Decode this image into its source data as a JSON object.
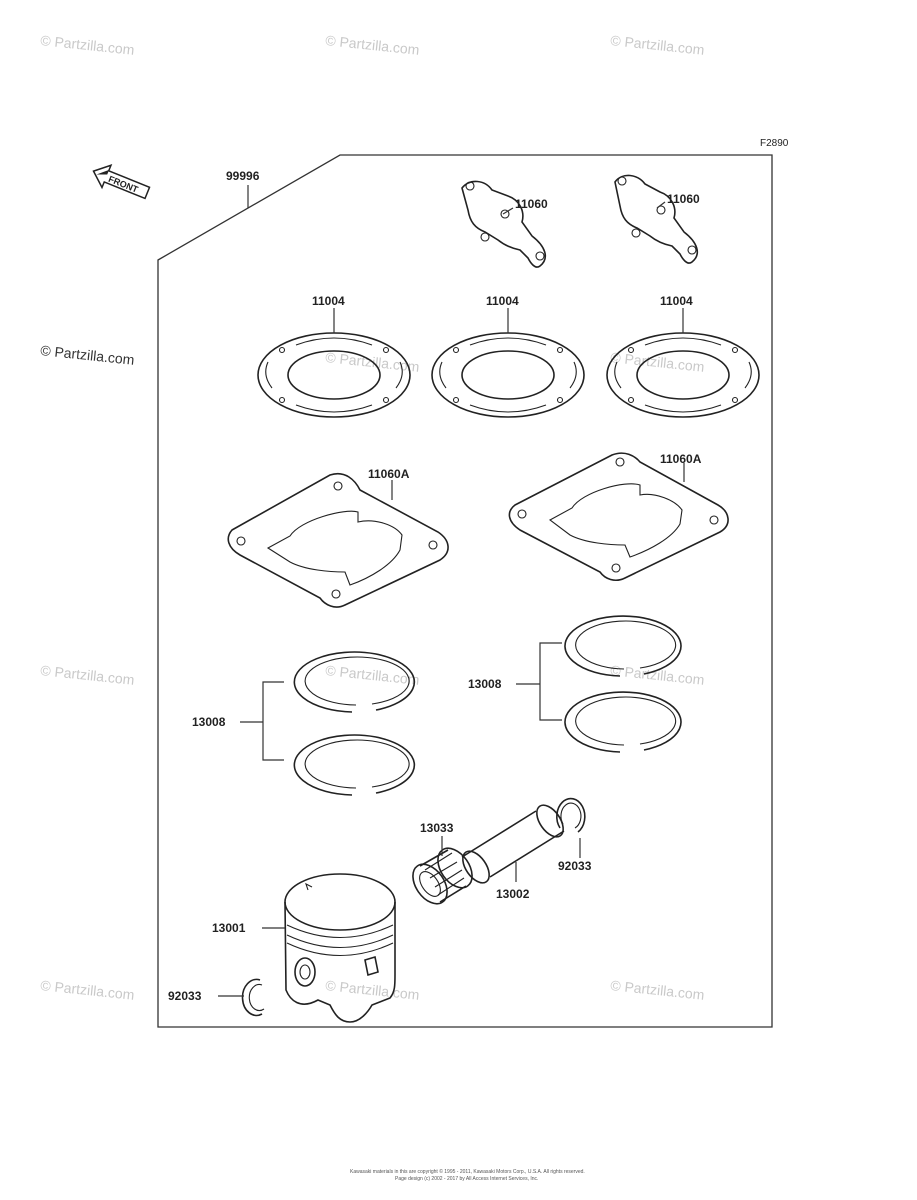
{
  "diagram": {
    "figure_code": "F2890",
    "front_label": "FRONT",
    "watermark": "© Partzilla.com",
    "kit_label": "99996",
    "labels": {
      "gasket_11060_a": "11060",
      "gasket_11060_b": "11060",
      "head_gasket_1": "11004",
      "head_gasket_2": "11004",
      "head_gasket_3": "11004",
      "base_gasket_1": "11060A",
      "base_gasket_2": "11060A",
      "ring_set_left": "13008",
      "ring_set_right": "13008",
      "needle_bearing": "13033",
      "piston_pin": "13002",
      "snap_ring_upper": "92033",
      "piston": "13001",
      "snap_ring_lower": "92033"
    },
    "footer_line1": "Kawasaki materials in this are copyright © 1995 - 2011, Kawasaki Motors Corp., U.S.A. All rights reserved.",
    "footer_line2": "Page design (c) 2002 - 2017 by All Access Internet Services, Inc."
  }
}
